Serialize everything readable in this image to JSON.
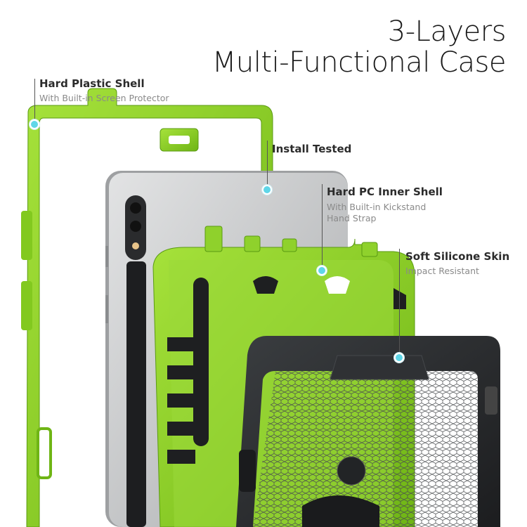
{
  "title": {
    "line1": "3-Layers",
    "line2": "Multi-Functional Case"
  },
  "callouts": [
    {
      "title": "Hard Plastic Shell",
      "subtitle": "With Built-in Screen Protector"
    },
    {
      "title": "Install Tested"
    },
    {
      "title": "Hard PC Inner Shell",
      "subtitle_line1": "With Built-in Kickstand",
      "subtitle_line2": "Hand Strap"
    },
    {
      "title": "Soft Silicone Skin",
      "subtitle": "Impact Resistant"
    }
  ],
  "colors": {
    "accent_green": "#8fd12c",
    "dot_cyan": "#5fd6e8",
    "tablet_gray": "#b9bbbd",
    "case_black": "#2a2c2e"
  },
  "icons": [
    "callout-dot-icon"
  ]
}
